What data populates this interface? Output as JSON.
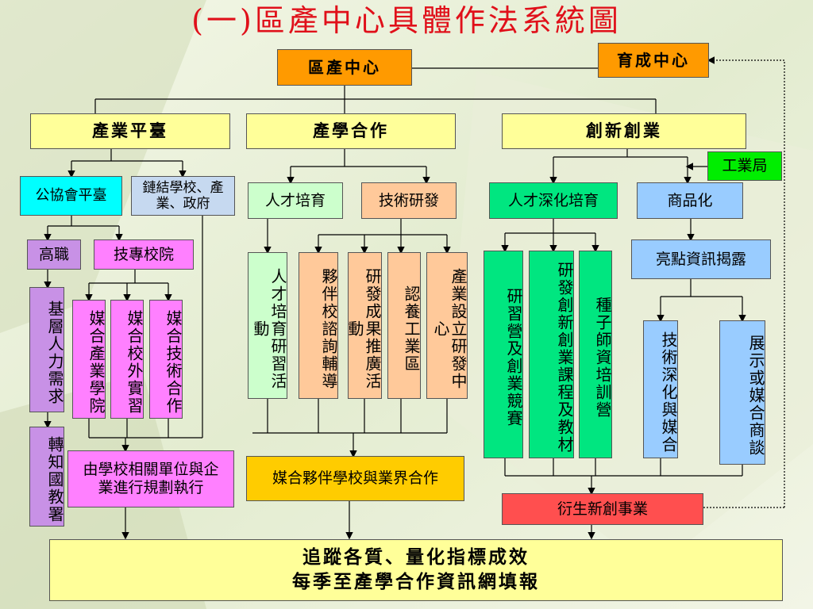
{
  "title": "(一)區產中心具體作法系統圖",
  "nodes": {
    "center": "區產中心",
    "incubator": "育成中心",
    "industry_platform": "產業平臺",
    "coop": "產學合作",
    "innovation": "創新創業",
    "public_platform": "公協會平臺",
    "link": "鏈結學校、產業、政府",
    "talent": "人才培育",
    "rnd": "技術研發",
    "deep_talent": "人才深化培育",
    "commercial": "商品化",
    "industry_bureau": "工業局",
    "vocational": "高職",
    "colleges": "技專校院",
    "highlight": "亮點資訊揭露",
    "basic_needs": "基層人力需求",
    "moe": "轉知國教署",
    "match_college": "媒合產業學院",
    "match_intern": "媒合校外實習",
    "match_tech": "媒合技術合作",
    "talent_activity": "人才培育研習活動",
    "partner_consult": "夥伴校諮詢輔導",
    "promote": "研發成果推廣活動",
    "incubate_zone": "認養工業區",
    "rnd_center": "產業設立研發中心",
    "camp": "研習營及創業競賽",
    "course": "研發創新創業課程及教材",
    "seed": "種子師資培訓營",
    "tech_match": "技術深化與媒合",
    "expo": "展示或媒合商談",
    "school_plan": "由學校相關單位與企業進行規劃執行",
    "match_partner": "媒合夥伴學校與業界合作",
    "derived": "衍生新創事業",
    "bottom_line1": "追蹤各質、量化指標成效",
    "bottom_line2": "每季至產學合作資訊網填報"
  },
  "colors": {
    "title": "#e0101a",
    "orange": "#ff9a00",
    "yellow": "#ffff99",
    "gold": "#ffcc00",
    "cyan": "#00ffff",
    "steel": "#c6d9f0",
    "pink": "#ff80ff",
    "mauve": "#c891e6",
    "light_green": "#ccffcc",
    "peach": "#ffc99a",
    "green": "#00e680",
    "bright_green": "#00ee00",
    "blue": "#99ccff",
    "red": "#ff4f4f"
  }
}
